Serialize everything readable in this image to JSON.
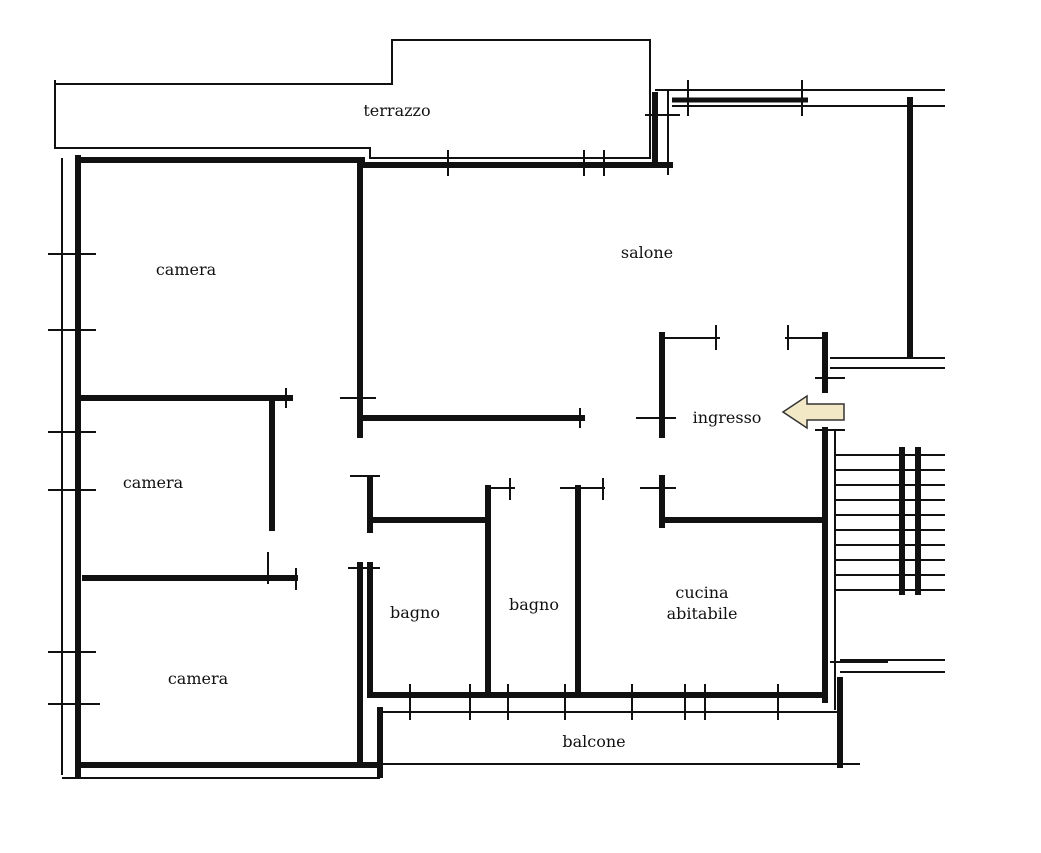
{
  "rooms": {
    "terrazzo": "terrazzo",
    "salone": "salone",
    "camera_top": "camera",
    "camera_middle": "camera",
    "camera_bottom": "camera",
    "ingresso": "ingresso",
    "bagno_left": "bagno",
    "bagno_right": "bagno",
    "cucina_line1": "cucina",
    "cucina_line2": "abitabile",
    "balcone": "balcone"
  },
  "colors": {
    "wall": "#111111",
    "entry_arrow_fill": "#f3e8c6",
    "entry_arrow_stroke": "#333333"
  },
  "icons": {
    "entry_arrow": "arrow-left-icon"
  }
}
